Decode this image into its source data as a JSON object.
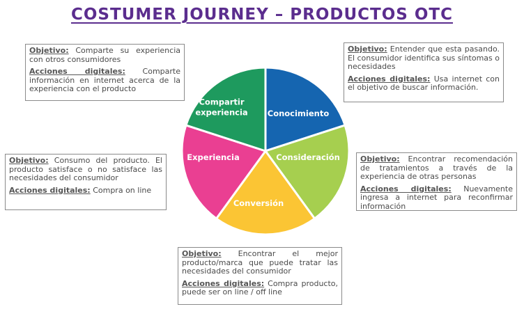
{
  "title": "COSTUMER JOURNEY – PRODUCTOS OTC",
  "segments": [
    {
      "id": "conocimiento",
      "label_lines": [
        "Conocimiento"
      ],
      "color": "#1565b0"
    },
    {
      "id": "consideracion",
      "label_lines": [
        "Consideración"
      ],
      "color": "#a6cf4f"
    },
    {
      "id": "conversion",
      "label_lines": [
        "Conversión"
      ],
      "color": "#fbc534"
    },
    {
      "id": "experiencia",
      "label_lines": [
        "Experiencia"
      ],
      "color": "#ea3f92"
    },
    {
      "id": "compartir",
      "label_lines": [
        "Compartir",
        "experiencia"
      ],
      "color": "#1e9a5e"
    }
  ],
  "boxes": {
    "compartir": {
      "obj_label": "Objetivo:",
      "obj_text": "Comparte su experiencia con otros consumidores",
      "acc_label": "Acciones digitales:",
      "acc_text": "Comparte información en internet acerca de la experiencia con el producto"
    },
    "conocimiento": {
      "obj_label": "Objetivo:",
      "obj_text": "Entender que esta pasando. El consumidor identifica sus síntomas o necesidades",
      "acc_label": "Acciones digitales:",
      "acc_text": "Usa internet con el objetivo de buscar información."
    },
    "experiencia": {
      "obj_label": "Objetivo:",
      "obj_text": "Consumo del producto. El producto satisface o no satisface las necesidades del consumidor",
      "acc_label": "Acciones digitales:",
      "acc_text": "Compra on line"
    },
    "consideracion": {
      "obj_label": "Objetivo:",
      "obj_text": "Encontrar recomendación de tratamientos a través de la experiencia de otras personas",
      "acc_label": "Acciones digitales:",
      "acc_text": "Nuevamente ingresa a internet para reconfirmar información"
    },
    "conversion": {
      "obj_label": "Objetivo:",
      "obj_text": "Encontrar el mejor producto/marca que puede tratar las necesidades del consumidor",
      "acc_label": "Acciones digitales:",
      "acc_text": "Compra producto, puede ser on line / off line"
    }
  }
}
